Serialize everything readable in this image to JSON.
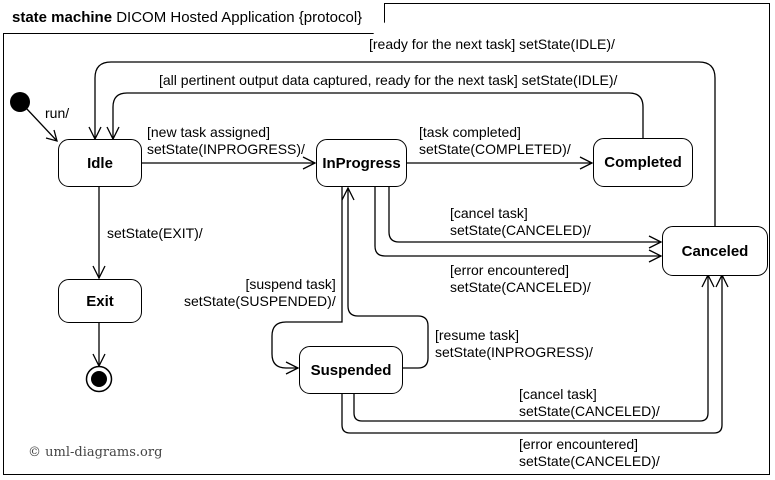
{
  "frame": {
    "keyword": "state machine",
    "name": "DICOM Hosted Application {protocol}"
  },
  "states": {
    "idle": "Idle",
    "in_progress": "InProgress",
    "completed": "Completed",
    "canceled": "Canceled",
    "exit": "Exit",
    "suspended": "Suspended"
  },
  "transitions": {
    "initial": "run/",
    "idle_to_inprogress": [
      "[new task assigned]",
      "setState(INPROGRESS)/"
    ],
    "inprogress_to_completed": [
      "[task completed]",
      "setState(COMPLETED)/"
    ],
    "completed_to_idle": "[all pertinent output data captured, ready for the next task] setState(IDLE)/",
    "canceled_to_idle": "[ready for the next task] setState(IDLE)/",
    "idle_to_exit": "setState(EXIT)/",
    "inprogress_cancel": [
      "[cancel task]",
      "setState(CANCELED)/"
    ],
    "inprogress_error": [
      "[error encountered]",
      "setState(CANCELED)/"
    ],
    "suspend": [
      "[suspend task]",
      "setState(SUSPENDED)/"
    ],
    "resume": [
      "[resume task]",
      "setState(INPROGRESS)/"
    ],
    "suspended_cancel": [
      "[cancel task]",
      "setState(CANCELED)/"
    ],
    "suspended_error": [
      "[error encountered]",
      "setState(CANCELED)/"
    ]
  },
  "watermark": "© uml-diagrams.org"
}
